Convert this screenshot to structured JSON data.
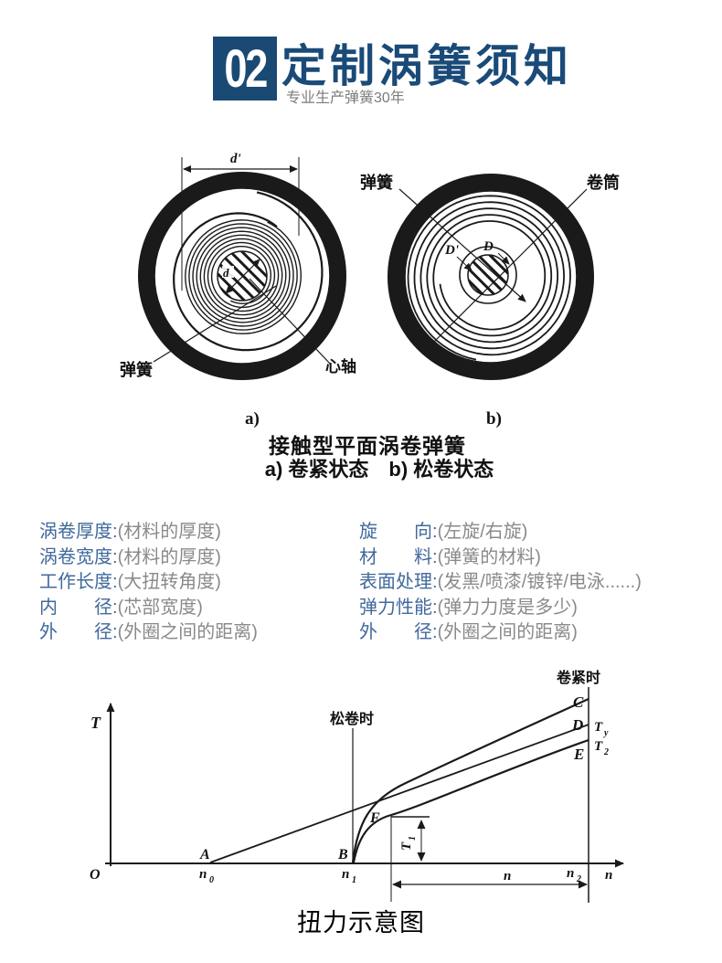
{
  "colors": {
    "accent_navy": "#1a4a74",
    "title_navy": "#1a4a78",
    "spec_label_blue": "#41699c",
    "spec_value_gray": "#8a8a8a",
    "ink": "#1a1a1a"
  },
  "header": {
    "number": "02",
    "title": "定制涡簧须知",
    "subtitle": "专业生产弹簧30年"
  },
  "figure": {
    "left": {
      "dim_outer": "d'",
      "dim_core": "d",
      "label_spring": "弹簧",
      "label_arbor": "心轴"
    },
    "right": {
      "label_spring": "弹簧",
      "label_drum": "卷筒",
      "dim_inner": "D'",
      "dim_outer": "D"
    },
    "caption_a": "a)",
    "caption_b": "b)",
    "caption_title": "接触型平面涡卷弹簧",
    "caption_states": "a) 卷紧状态　b) 松卷状态"
  },
  "specs": {
    "left": [
      {
        "label": "涡卷厚度:",
        "value": "(材料的厚度)"
      },
      {
        "label": "涡卷宽度:",
        "value": "(材料的厚度)"
      },
      {
        "label": "工作长度:",
        "value": "(大扭转角度)"
      },
      {
        "label": "内　　径:",
        "value": "(芯部宽度)"
      },
      {
        "label": "外　　径:",
        "value": "(外圈之间的距离)"
      }
    ],
    "right": [
      {
        "label": "旋　　向:",
        "value": "(左旋/右旋)"
      },
      {
        "label": "材　　料:",
        "value": "(弹簧的材料)"
      },
      {
        "label": "表面处理:",
        "value": "(发黑/喷漆/镀锌/电泳......)"
      },
      {
        "label": "弹力性能:",
        "value": "(弹力力度是多少)"
      },
      {
        "label": "外　　径:",
        "value": "(外圈之间的距离)"
      }
    ]
  },
  "torque_chart": {
    "type": "line-schematic",
    "caption": "扭力示意图",
    "y_axis": "T",
    "x_axis": "n",
    "origin": "O",
    "state_wound": "卷紧时",
    "state_unwound": "松卷时",
    "points": {
      "A": "A",
      "B": "B",
      "C": "C",
      "D": "D",
      "E": "E",
      "F": "F"
    },
    "ticks": {
      "n0": {
        "base": "n",
        "sub": "0"
      },
      "n1": {
        "base": "n",
        "sub": "1"
      },
      "n2": {
        "base": "n",
        "sub": "2"
      }
    },
    "torques": {
      "T1": {
        "base": "T",
        "sub": "1"
      },
      "T2": {
        "base": "T",
        "sub": "2"
      },
      "Ty": {
        "base": "T",
        "sub": "y"
      }
    },
    "dim_label": "n"
  }
}
